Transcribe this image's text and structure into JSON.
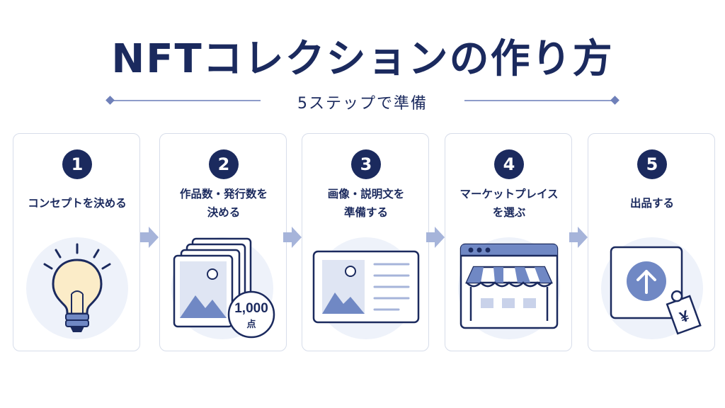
{
  "title": "NFTコレクションの作り方",
  "subtitle": "5ステップで準備",
  "colors": {
    "navy": "#1b2a5e",
    "accent": "#7088c4",
    "soft": "#eef2fa",
    "border": "#d7ddea"
  },
  "steps": [
    {
      "number": "1",
      "label_lines": [
        "コンセプトを決める"
      ],
      "icon": "lightbulb-icon"
    },
    {
      "number": "2",
      "label_lines": [
        "作品数・発行数を",
        "決める"
      ],
      "icon": "image-stack-icon",
      "badge_value": "1,000",
      "badge_unit": "点"
    },
    {
      "number": "3",
      "label_lines": [
        "画像・説明文を",
        "準備する"
      ],
      "icon": "image-description-icon"
    },
    {
      "number": "4",
      "label_lines": [
        "マーケットプレイス",
        "を選ぶ"
      ],
      "icon": "marketplace-store-icon"
    },
    {
      "number": "5",
      "label_lines": [
        "出品する"
      ],
      "icon": "upload-listing-icon",
      "price_symbol": "¥"
    }
  ]
}
